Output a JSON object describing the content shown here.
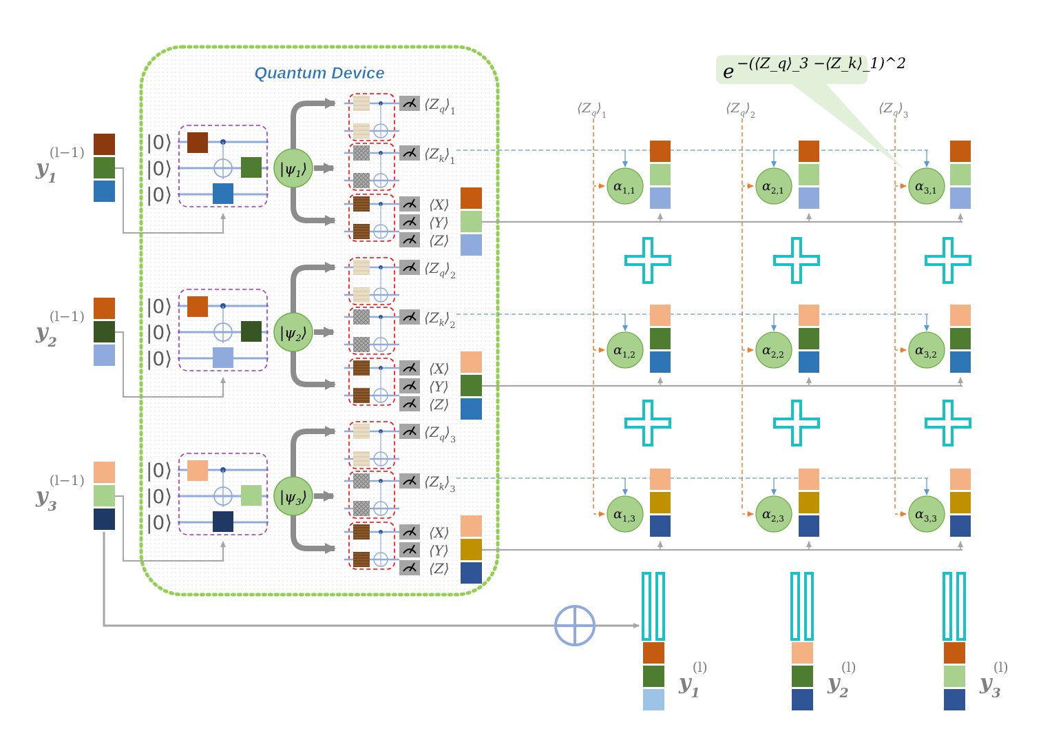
{
  "title": "Quantum Device",
  "formula": {
    "base": "e",
    "exponent": "−(⟨Z_q⟩_3 −⟨Z_k⟩_1)^2"
  },
  "ket_zero": "|0⟩",
  "psi_base": "|ψ",
  "inputs": [
    {
      "label": "y",
      "index": "1",
      "superscript": "(l−1)",
      "colors": [
        "#8B3A0F",
        "#4E7D32",
        "#2E75B6"
      ]
    },
    {
      "label": "y",
      "index": "2",
      "superscript": "(l−1)",
      "colors": [
        "#C55A11",
        "#375623",
        "#8FAADC"
      ]
    },
    {
      "label": "y",
      "index": "3",
      "superscript": "(l−1)",
      "colors": [
        "#F4B183",
        "#A9D18E",
        "#1F3864"
      ]
    }
  ],
  "measurements": {
    "zq_base": "⟨Z",
    "zq_sub": "q",
    "zk_sub": "k",
    "obs": [
      "⟨X⟩",
      "⟨Y⟩",
      "⟨Z⟩"
    ]
  },
  "query_labels": [
    "1",
    "2",
    "3"
  ],
  "alpha_base": "α",
  "alphas": [
    [
      "1,1",
      "2,1",
      "3,1"
    ],
    [
      "1,2",
      "2,2",
      "3,2"
    ],
    [
      "1,3",
      "2,3",
      "3,3"
    ]
  ],
  "value_colors": [
    [
      "#C55A11",
      "#A9D18E",
      "#8FAADC"
    ],
    [
      "#F4B183",
      "#4E7D32",
      "#2E75B6"
    ],
    [
      "#F4B183",
      "#BF9000",
      "#2F5597"
    ]
  ],
  "outputs": [
    {
      "label": "y",
      "index": "1",
      "superscript": "(l)",
      "colors": [
        "#C55A11",
        "#4E7D32",
        "#9DC3E6"
      ]
    },
    {
      "label": "y",
      "index": "2",
      "superscript": "(l)",
      "colors": [
        "#F4B183",
        "#4E7D32",
        "#2F5597"
      ]
    },
    {
      "label": "y",
      "index": "3",
      "superscript": "(l)",
      "colors": [
        "#C55A11",
        "#A9D18E",
        "#2F5597"
      ]
    }
  ],
  "palette": {
    "device_border": "#92D050",
    "circuit_box": "#9933CC",
    "wire": "#8FAADC",
    "ctrl": "#2F5597",
    "state_fill": "#A9D18E",
    "state_stroke": "#70AD47",
    "meas_box": "#A5A5A5",
    "red_box": "#FF0000",
    "orange_arrow": "#ED7D31",
    "blue_dash": "#5B9BD5",
    "teal": "#17C1C8",
    "gray_line": "#A6A6A6",
    "title_color": "#2E75B6"
  }
}
